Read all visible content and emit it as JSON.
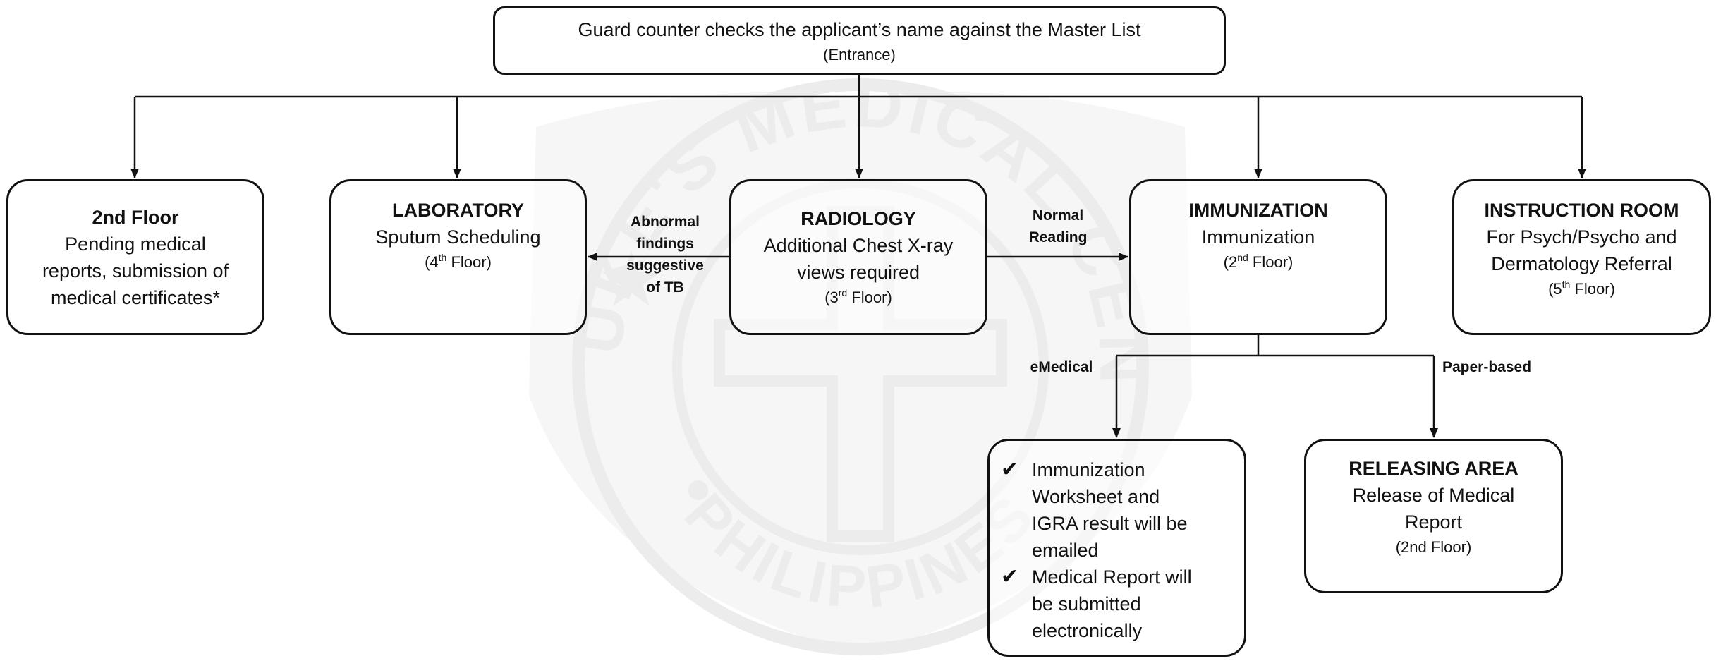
{
  "boxes": {
    "guard": {
      "text": "Guard counter checks the applicant’s name against the Master List",
      "sub": "(Entrance)"
    },
    "second_floor": {
      "title": "2nd Floor",
      "lines": [
        "Pending medical",
        "reports, submission of",
        "medical certificates*"
      ]
    },
    "laboratory": {
      "title": "LABORATORY",
      "body": "Sputum Scheduling",
      "floor_pre": "(4",
      "floor_sup": "th",
      "floor_post": " Floor)"
    },
    "radiology": {
      "title": "RADIOLOGY",
      "lines": [
        "Additional Chest X-ray",
        "views required"
      ],
      "floor_pre": "(3",
      "floor_sup": "rd",
      "floor_post": " Floor)"
    },
    "immunization": {
      "title": "IMMUNIZATION",
      "body": "Immunization",
      "floor_pre": "(2",
      "floor_sup": "nd",
      "floor_post": " Floor)"
    },
    "instruction": {
      "title": "INSTRUCTION ROOM",
      "lines": [
        "For Psych/Psycho and",
        "Dermatology Referral"
      ],
      "floor_pre": "(5",
      "floor_sup": "th",
      "floor_post": " Floor)"
    },
    "emedical": {
      "items": [
        {
          "check": "✔",
          "lines": [
            "Immunization",
            "Worksheet and",
            "IGRA result will be",
            "emailed"
          ]
        },
        {
          "check": "✔",
          "lines": [
            "Medical Report will",
            "be submitted",
            "electronically"
          ]
        }
      ]
    },
    "releasing": {
      "title": "RELEASING AREA",
      "lines": [
        "Release of Medical",
        "Report"
      ],
      "floor": "(2nd Floor)"
    }
  },
  "labels": {
    "abnormal": [
      "Abnormal",
      "findings",
      "suggestive",
      "of TB"
    ],
    "normal": [
      "Normal",
      "Reading"
    ],
    "emedical": "eMedical",
    "paper_based": "Paper-based"
  },
  "watermark": {
    "text_top": "ST. LUKE'S MEDICAL CENTER",
    "text_bottom": "PHILIPPINES",
    "color": "#ececec"
  },
  "colors": {
    "line": "#111111",
    "text": "#111111",
    "background": "#ffffff"
  }
}
